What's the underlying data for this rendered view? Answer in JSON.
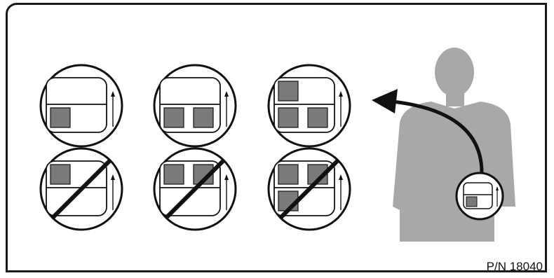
{
  "part_number": "P/N 18040",
  "colors": {
    "outline": "#1a1a1a",
    "box_fill": "#7a7a7a",
    "silhouette": "#a8a8a8",
    "background": "#ffffff"
  },
  "icons": {
    "correct_one_box": "arrow-up-icon",
    "prohibited": "prohibited-slash-icon",
    "direction": "curved-arrow-icon"
  },
  "panels": {
    "allowed": [
      {
        "bottom_boxes": 1,
        "top_boxes": 0
      },
      {
        "bottom_boxes": 2,
        "top_boxes": 0
      },
      {
        "bottom_boxes": 2,
        "top_boxes": 1
      }
    ],
    "prohibited": [
      {
        "bottom_boxes": 0,
        "top_boxes": 1
      },
      {
        "bottom_boxes": 0,
        "top_boxes": 2
      },
      {
        "bottom_boxes": 1,
        "top_boxes": 2
      }
    ]
  }
}
